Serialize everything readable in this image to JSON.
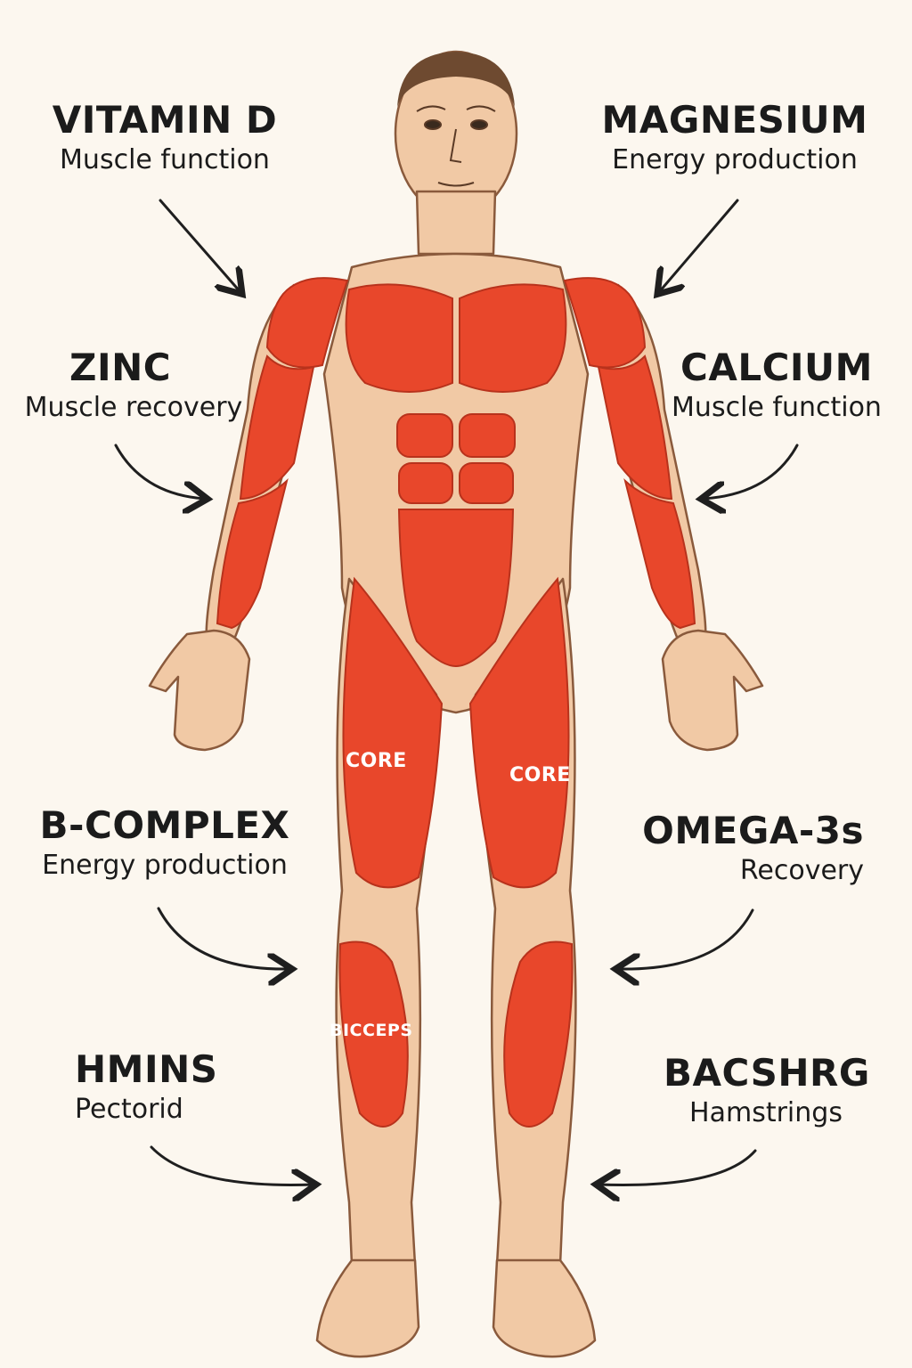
{
  "colors": {
    "background": "#fcf7ef",
    "skin": "#f1c9a5",
    "skin_outline": "#8a5a3c",
    "muscle": "#e8472b",
    "muscle_dark": "#b8321c",
    "text": "#1b1b1b",
    "arrow": "#1f1f1f"
  },
  "labels": [
    {
      "id": "vitamin-d",
      "name": "VITAMIN D",
      "desc": "Muscle function"
    },
    {
      "id": "magnesium",
      "name": "MAGNESIUM",
      "desc": "Energy production"
    },
    {
      "id": "zinc",
      "name": "ZINC",
      "desc": "Muscle recovery"
    },
    {
      "id": "calcium",
      "name": "CALCIUM",
      "desc": "Muscle function"
    },
    {
      "id": "b-complex",
      "name": "B-COMPLEX",
      "desc": "Energy production"
    },
    {
      "id": "omega-3s",
      "name": "OMEGA-3s",
      "desc": "Recovery"
    },
    {
      "id": "hmins",
      "name": "HMINS",
      "desc": "Pectorid"
    },
    {
      "id": "bacshrg",
      "name": "BACSHRG",
      "desc": "Hamstrings"
    }
  ],
  "muscle_tags": [
    "CORE",
    "CORE",
    "BICCEPS"
  ]
}
